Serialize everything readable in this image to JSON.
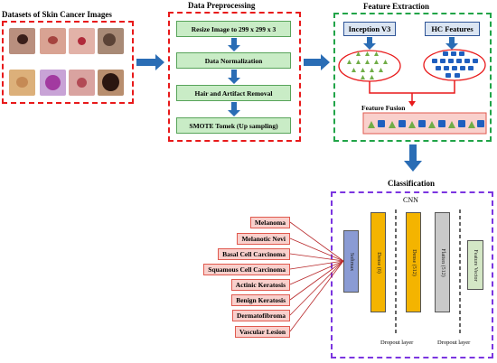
{
  "datasets": {
    "title": "Datasets of Skin Cancer Images"
  },
  "preprocessing": {
    "title": "Data Preprocessing",
    "steps": [
      "Resize Image to  299 x 299 x 3",
      "Data Normalization",
      "Hair and Artifact Removal",
      "SMOTE Tomek (Up sampling)"
    ]
  },
  "feature_extraction": {
    "title": "Feature Extraction",
    "inception_label": "Inception V3",
    "hc_label": "HC Features",
    "fusion_label": "Feature Fusion"
  },
  "classification": {
    "title": "Classification",
    "cnn_label": "CNN",
    "layers": [
      "Softmax",
      "Dense    (6)",
      "Dense   (512)",
      "Flatten   (512)",
      "Feature Vector"
    ],
    "dropout_labels": [
      "Dropout layer",
      "Dropout layer"
    ],
    "classes": [
      "Melanoma",
      "Melanotic Nevi",
      "Basal Cell Carcinoma",
      "Squamous Cell Carcinoma",
      "Actinic Keratosis",
      "Benign Keratosis",
      "Dermatofibroma",
      "Vascular Lesion"
    ]
  },
  "colors": {
    "dataset_border": "#e8191a",
    "preprocessing_border": "#e8191a",
    "feature_border": "#21a448",
    "classification_border": "#7b35e0",
    "arrow": "#2a6db5",
    "step_fill": "#c9ecc6",
    "triangle": "#70ad47",
    "square": "#1f5fbf"
  }
}
